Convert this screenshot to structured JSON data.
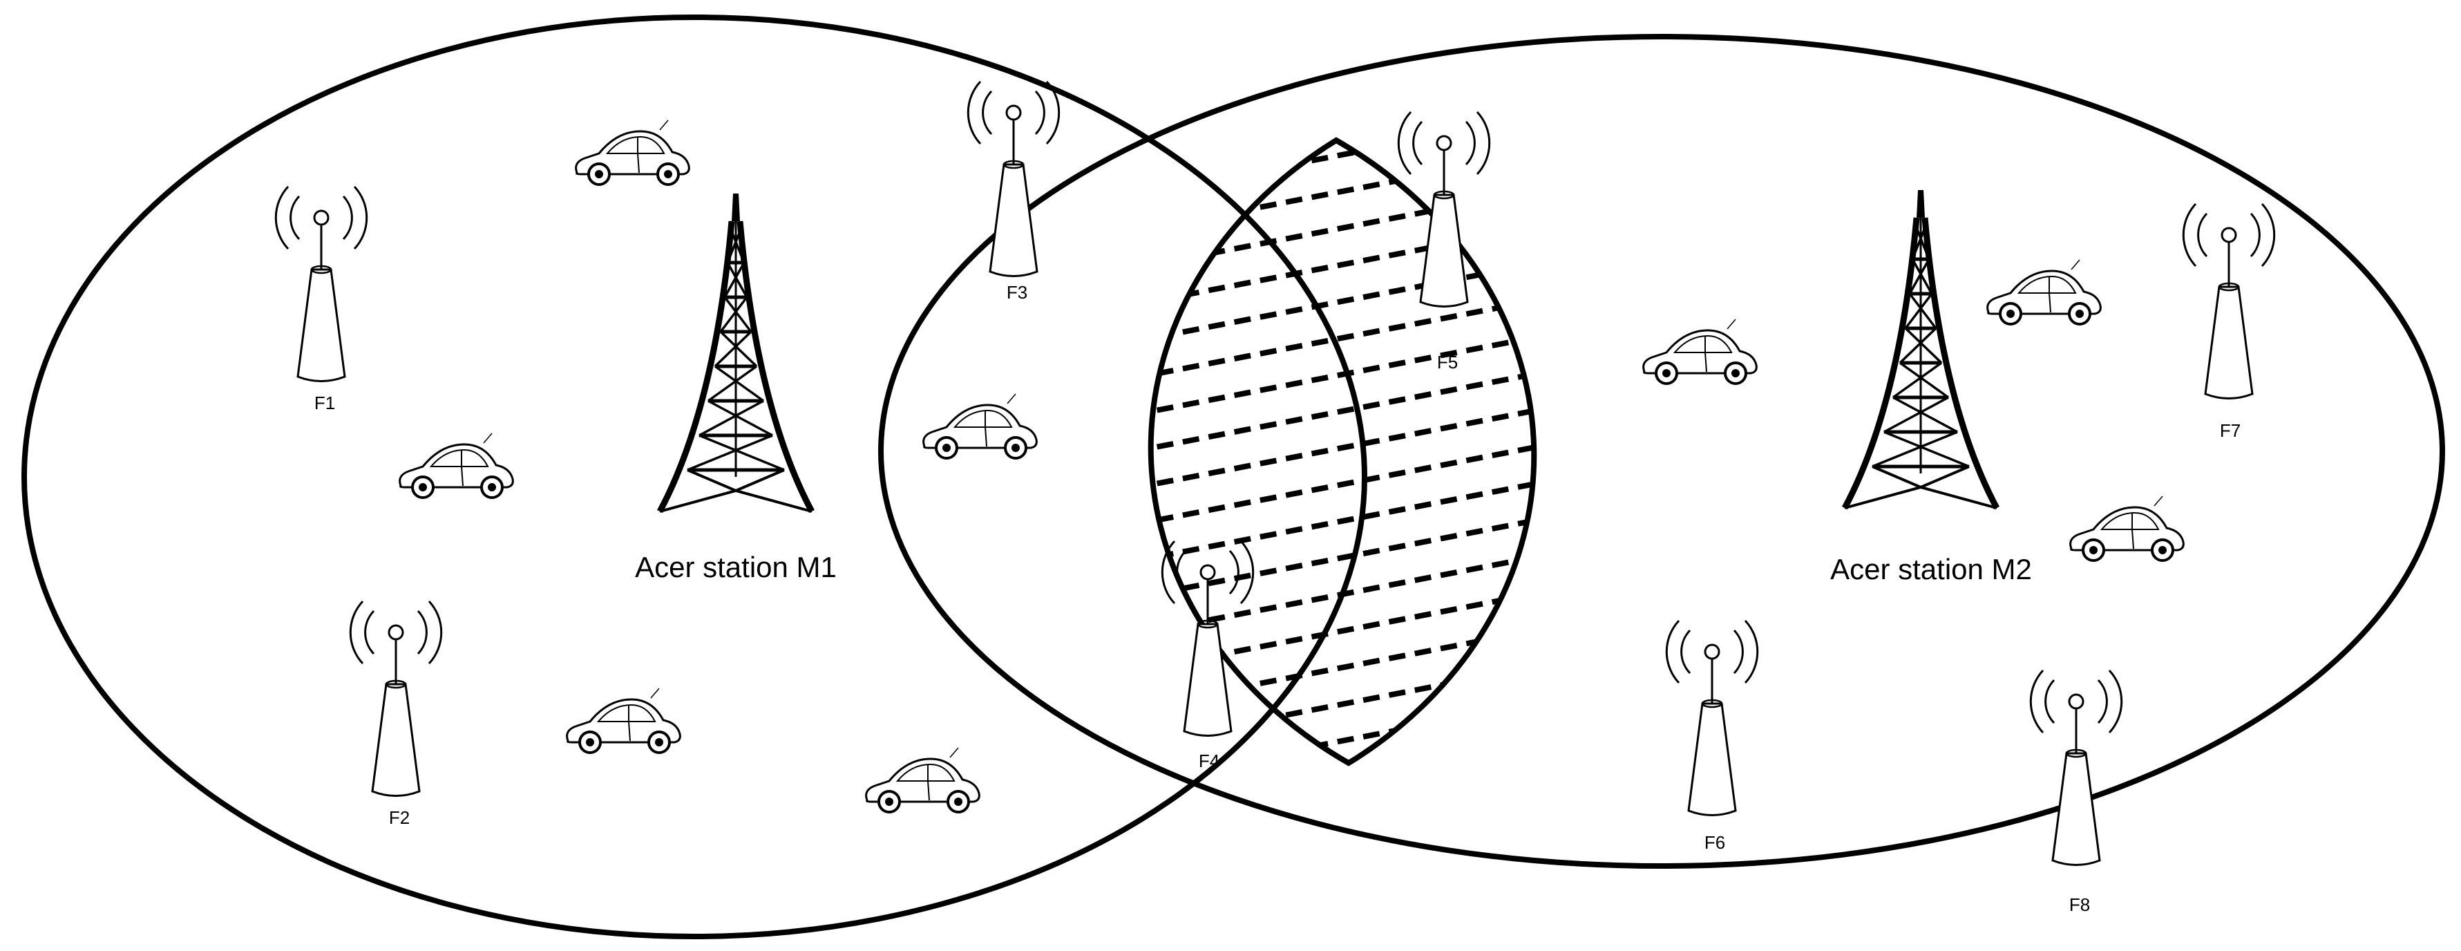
{
  "macro_stations": [
    {
      "id": "M1",
      "label": "Acer station M1"
    },
    {
      "id": "M2",
      "label": "Acer station M2"
    }
  ],
  "femto_stations": [
    {
      "id": "F1",
      "label": "F1"
    },
    {
      "id": "F2",
      "label": "F2"
    },
    {
      "id": "F3",
      "label": "F3"
    },
    {
      "id": "F4",
      "label": "F4"
    },
    {
      "id": "F5",
      "label": "F5"
    },
    {
      "id": "F6",
      "label": "F6"
    },
    {
      "id": "F7",
      "label": "F7"
    },
    {
      "id": "F8",
      "label": "F8"
    }
  ],
  "icons": {
    "macro": "lattice-tower-icon",
    "femto": "femtocell-antenna-icon",
    "vehicle": "car-icon"
  },
  "colors": {
    "line": "#000000",
    "background": "#ffffff"
  }
}
